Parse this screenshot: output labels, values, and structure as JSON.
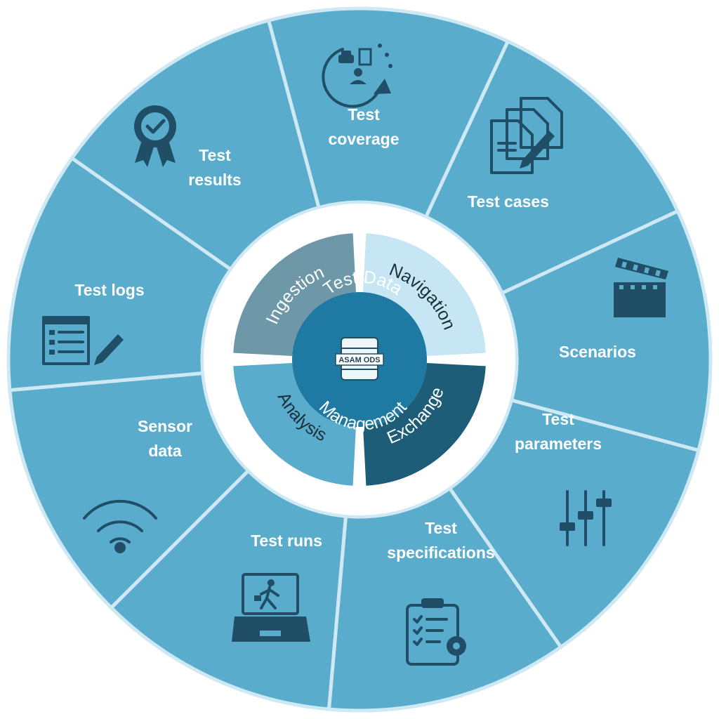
{
  "segments": [
    {
      "id": "test-coverage",
      "lines": [
        "Test",
        "coverage"
      ]
    },
    {
      "id": "test-cases",
      "lines": [
        "Test cases"
      ]
    },
    {
      "id": "scenarios",
      "lines": [
        "Scenarios"
      ]
    },
    {
      "id": "test-parameters",
      "lines": [
        "Test",
        "parameters"
      ]
    },
    {
      "id": "test-specifications",
      "lines": [
        "Test",
        "specifications"
      ]
    },
    {
      "id": "test-runs",
      "lines": [
        "Test runs"
      ]
    },
    {
      "id": "sensor-data",
      "lines": [
        "Sensor",
        "data"
      ]
    },
    {
      "id": "test-logs",
      "lines": [
        "Test logs"
      ]
    },
    {
      "id": "test-results",
      "lines": [
        "Test",
        "results"
      ]
    }
  ],
  "inner": [
    {
      "id": "navigation",
      "label": "Navigation",
      "color": "#c6e6f3",
      "text_color": "#1b2f3a"
    },
    {
      "id": "exchange",
      "label": "Exchange",
      "color": "#1d5d77",
      "text_color": "#ffffff"
    },
    {
      "id": "analysis",
      "label": "Analysis",
      "color": "#5aaccd",
      "text_color": "#1b2f3a"
    },
    {
      "id": "ingestion",
      "label": "Ingestion",
      "color": "#6e97a8",
      "text_color": "#ffffff"
    }
  ],
  "center": {
    "top": "Test Data",
    "bottom": "Management",
    "db_label": "ASAM ODS",
    "color": "#1e7aa3"
  },
  "colors": {
    "outer_segment": "#5aaccd",
    "separator": "#cfe9f4",
    "icon": "#1f4e66"
  }
}
